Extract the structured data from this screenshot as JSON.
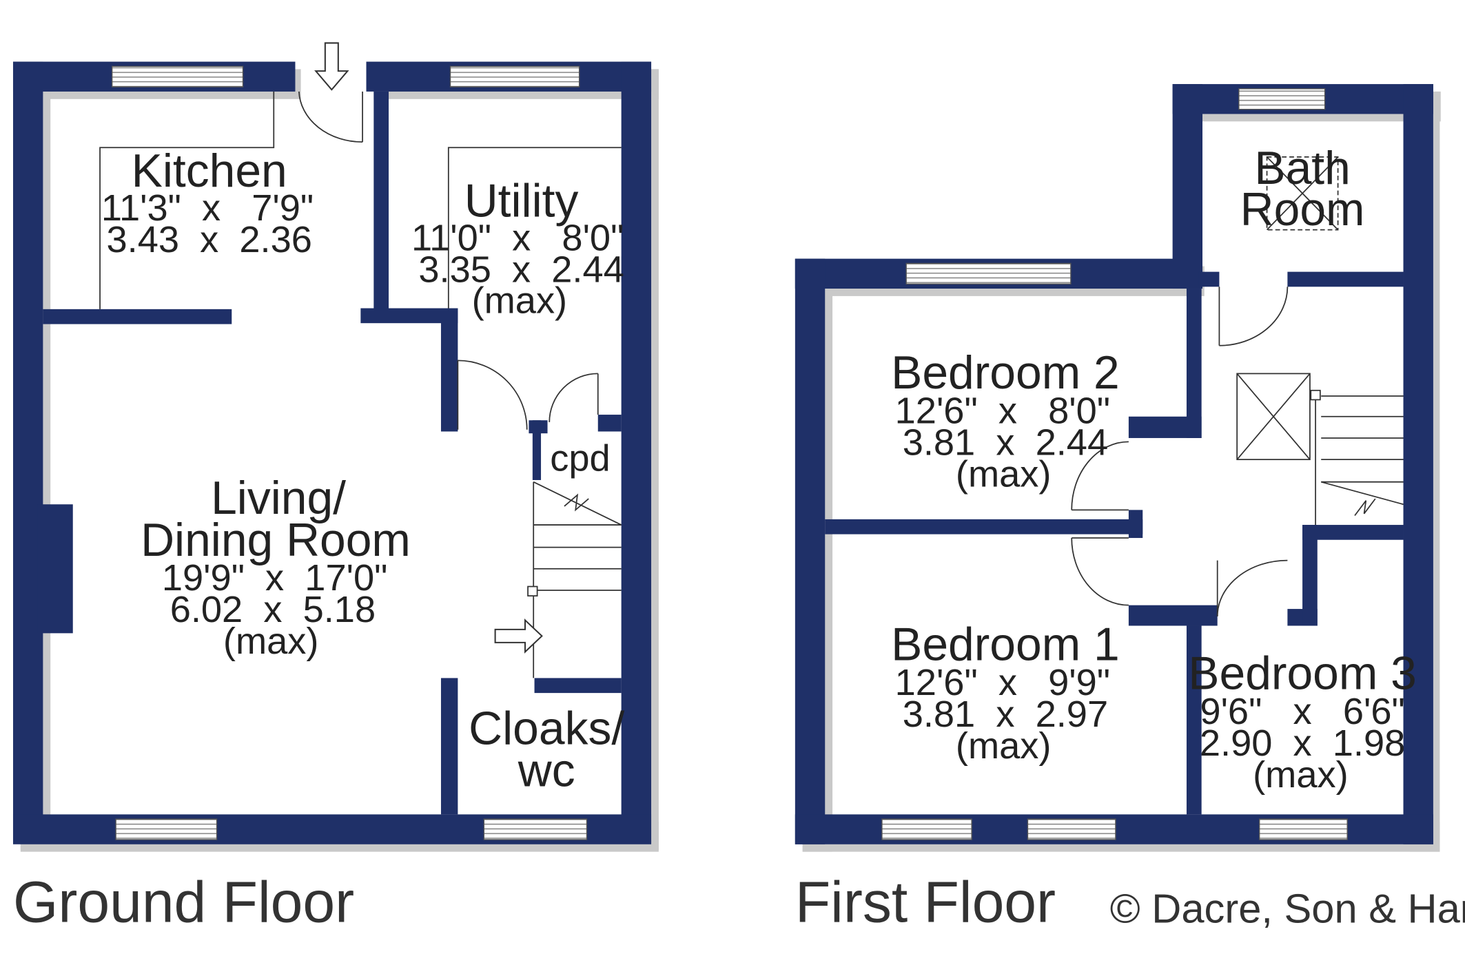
{
  "colors": {
    "wall": "#1f3068",
    "shadow": "#c9c9c9",
    "fixture_line": "#333333",
    "text": "#222222"
  },
  "ground_floor": {
    "title": "Ground Floor",
    "kitchen": {
      "name": "Kitchen",
      "imperial": "11'3\"  x   7'9\"",
      "metric": "3.43  x  2.36"
    },
    "utility": {
      "name": "Utility",
      "imperial": "11'0\"  x   8'0\"",
      "metric": "3.35  x  2.44",
      "note": "(max)"
    },
    "living": {
      "name_line1": "Living/",
      "name_line2": "Dining Room",
      "imperial": "19'9\"  x  17'0\"",
      "metric": "6.02  x  5.18",
      "note": "(max)"
    },
    "cpd": {
      "name": "cpd"
    },
    "cloaks": {
      "name_line1": "Cloaks/",
      "name_line2": "wc"
    }
  },
  "first_floor": {
    "title": "First Floor",
    "bathroom": {
      "name_line1": "Bath",
      "name_line2": "Room"
    },
    "bedroom2": {
      "name": "Bedroom 2",
      "imperial": "12'6\"  x   8'0\"",
      "metric": "3.81  x  2.44",
      "note": "(max)"
    },
    "bedroom1": {
      "name": "Bedroom 1",
      "imperial": "12'6\"  x   9'9\"",
      "metric": "3.81  x  2.97",
      "note": "(max)"
    },
    "bedroom3": {
      "name": "Bedroom 3",
      "imperial": "9'6\"   x   6'6\"",
      "metric": "2.90  x  1.98",
      "note": "(max)"
    }
  },
  "credit": "© Dacre, Son & Hartley"
}
